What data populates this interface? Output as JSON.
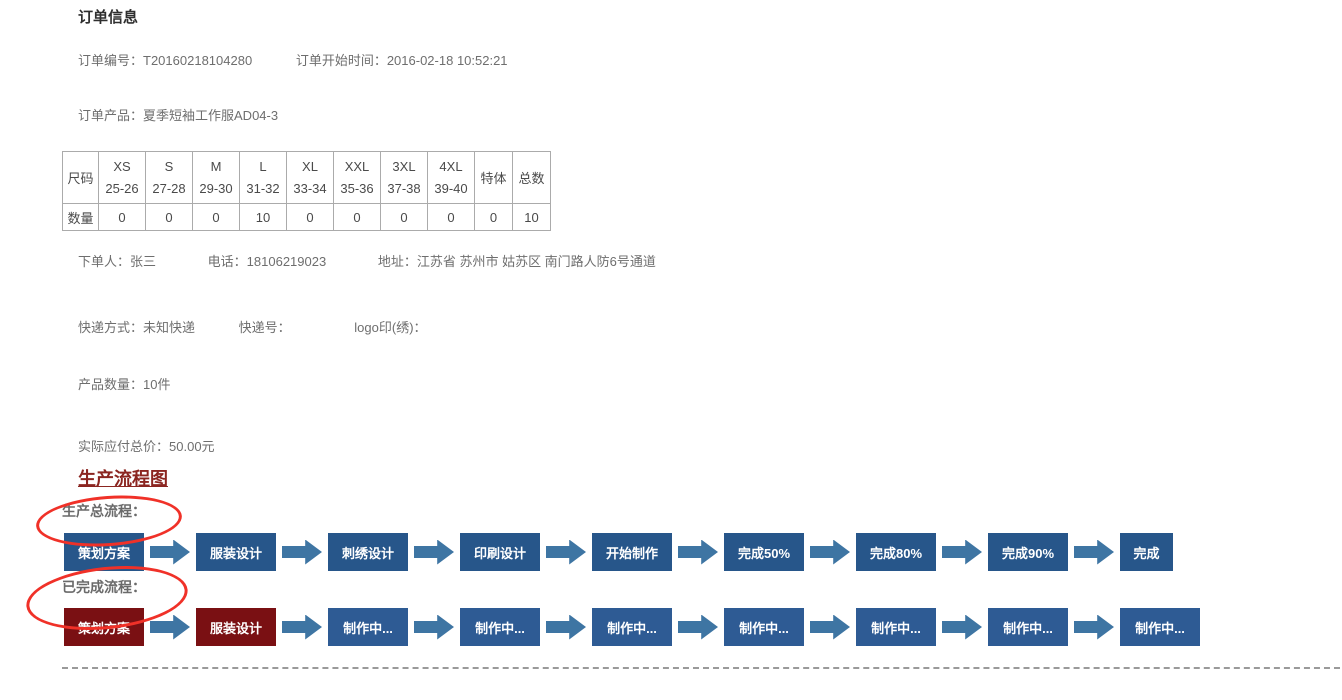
{
  "title": "订单信息",
  "order": {
    "number_label": "订单编号：",
    "number": "T20160218104280",
    "start_time_label": "订单开始时间：",
    "start_time": "2016-02-18 10:52:21",
    "product_label": "订单产品：",
    "product": "夏季短袖工作服AD04-3"
  },
  "size_table": {
    "row_header": "尺码",
    "qty_header": "数量",
    "columns": [
      {
        "size": "XS",
        "range": "25-26"
      },
      {
        "size": "S",
        "range": "27-28"
      },
      {
        "size": "M",
        "range": "29-30"
      },
      {
        "size": "L",
        "range": "31-32"
      },
      {
        "size": "XL",
        "range": "33-34"
      },
      {
        "size": "XXL",
        "range": "35-36"
      },
      {
        "size": "3XL",
        "range": "37-38"
      },
      {
        "size": "4XL",
        "range": "39-40"
      },
      {
        "size": "特体",
        "range": ""
      },
      {
        "size": "总数",
        "range": ""
      }
    ],
    "quantities": [
      "0",
      "0",
      "0",
      "10",
      "0",
      "0",
      "0",
      "0",
      "0",
      "10"
    ]
  },
  "buyer": {
    "name_label": "下单人：",
    "name": "张三",
    "phone_label": "电话：",
    "phone": "18106219023",
    "address_label": "地址：",
    "address": "江苏省 苏州市 姑苏区 南门路人防6号通道"
  },
  "shipping": {
    "method_label": "快递方式：",
    "method": "未知快递",
    "tracking_label": "快递号：",
    "tracking": "",
    "logo_label": "logo印(绣)：",
    "logo": ""
  },
  "quantity_line": {
    "label": "产品数量：",
    "value": "10件"
  },
  "price_line": {
    "label": "实际应付总价：",
    "value": "50.00元"
  },
  "flow": {
    "heading": "生产流程图",
    "total_label": "生产总流程：",
    "done_label": "已完成流程：",
    "total_steps": [
      {
        "label": "策划方案",
        "color": "#27568a"
      },
      {
        "label": "服装设计",
        "color": "#27568a"
      },
      {
        "label": "刺绣设计",
        "color": "#27568a"
      },
      {
        "label": "印刷设计",
        "color": "#27568a"
      },
      {
        "label": "开始制作",
        "color": "#27568a"
      },
      {
        "label": "完成50%",
        "color": "#27568a"
      },
      {
        "label": "完成80%",
        "color": "#27568a"
      },
      {
        "label": "完成90%",
        "color": "#27568a"
      },
      {
        "label": "完成",
        "color": "#27568a"
      }
    ],
    "done_steps": [
      {
        "label": "策划方案",
        "color": "#7a1013"
      },
      {
        "label": "服装设计",
        "color": "#7a1013"
      },
      {
        "label": "制作中...",
        "color": "#2e5b94"
      },
      {
        "label": "制作中...",
        "color": "#2e5b94"
      },
      {
        "label": "制作中...",
        "color": "#2e5b94"
      },
      {
        "label": "制作中...",
        "color": "#2e5b94"
      },
      {
        "label": "制作中...",
        "color": "#2e5b94"
      },
      {
        "label": "制作中...",
        "color": "#2e5b94"
      },
      {
        "label": "制作中...",
        "color": "#2e5b94"
      }
    ]
  },
  "colors": {
    "heading_red": "#8b2520",
    "step_blue": "#27568a",
    "done_blue": "#2e5b94",
    "done_red": "#7a1013",
    "arrow_blue": "#3e75a3",
    "annotation_red": "#f03128"
  }
}
